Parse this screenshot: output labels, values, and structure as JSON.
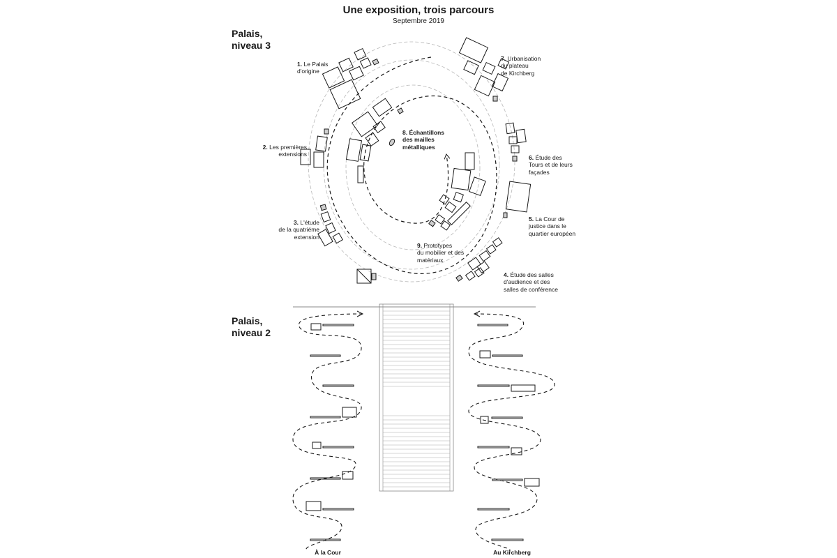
{
  "header": {
    "title": "Une exposition, trois parcours",
    "subtitle": "Septembre 2019"
  },
  "levels": {
    "level3": "Palais,\nniveau 3",
    "level2": "Palais,\nniveau 2"
  },
  "stations": [
    {
      "id": "s1",
      "num": "1.",
      "text": "Le Palais\nd'origine"
    },
    {
      "id": "s2",
      "num": "2.",
      "text": "Les premières\nextensions"
    },
    {
      "id": "s3",
      "num": "3.",
      "text": "L'étude\nde la quatriéme\nextension"
    },
    {
      "id": "s4",
      "num": "4.",
      "text": "Étude des salles\nd'audience et des\nsalles de conférence"
    },
    {
      "id": "s5",
      "num": "5.",
      "text": "La Cour de\njustice dans le\nquartier européen"
    },
    {
      "id": "s6",
      "num": "6.",
      "text": "Étude des\nTours et de leurs\nfaçades"
    },
    {
      "id": "s7",
      "num": "7.",
      "text": "Urbanisation\ndu plateau\nde Kirchberg"
    },
    {
      "id": "s8",
      "num": "8.",
      "text": "Échantillons\ndes mailles\nmétalliques"
    },
    {
      "id": "s9",
      "num": "9.",
      "text": "Prototypes\ndu mobilier et des\nmatériaux"
    }
  ],
  "exits": {
    "left": "À la Cour",
    "right": "Au Kirchberg"
  },
  "colors": {
    "ink": "#1a1a1a",
    "guide": "#b8b8b8",
    "fill_small": "#cfcfcf"
  }
}
